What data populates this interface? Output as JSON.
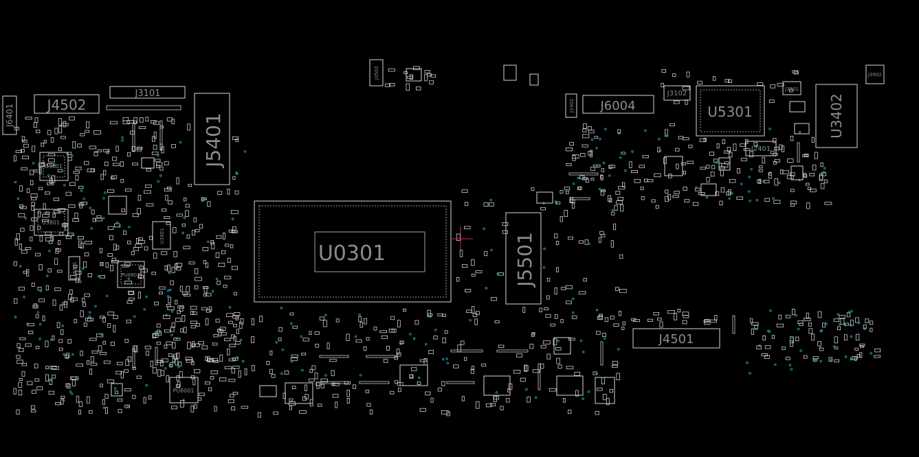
{
  "view": {
    "title": "Board view"
  },
  "components": {
    "J4502": "J4502",
    "J3101": "J3101",
    "J6401": "J6401",
    "J5401": "J5401",
    "U0301": "U0301",
    "J5501": "J5501",
    "J6004": "J6004",
    "U5301": "U5301",
    "U3402": "U3402",
    "J3102": "J3102",
    "J2401": "J2401",
    "J4501": "J4501",
    "J3302": "J3302",
    "J3502": "J3502",
    "J3501": "J3501",
    "J3902": "J3902",
    "PU8001": "PU8001",
    "J5001": "J5001",
    "U3601": "U3601",
    "U3801": "U3801",
    "U3901": "U3901",
    "PU8801": "PU8801"
  },
  "colors": {
    "background": "#000000",
    "outline": "#d9d9d9",
    "label": "#8c8c8c",
    "via": "#19b3c4",
    "cursor": "#c0394a"
  }
}
